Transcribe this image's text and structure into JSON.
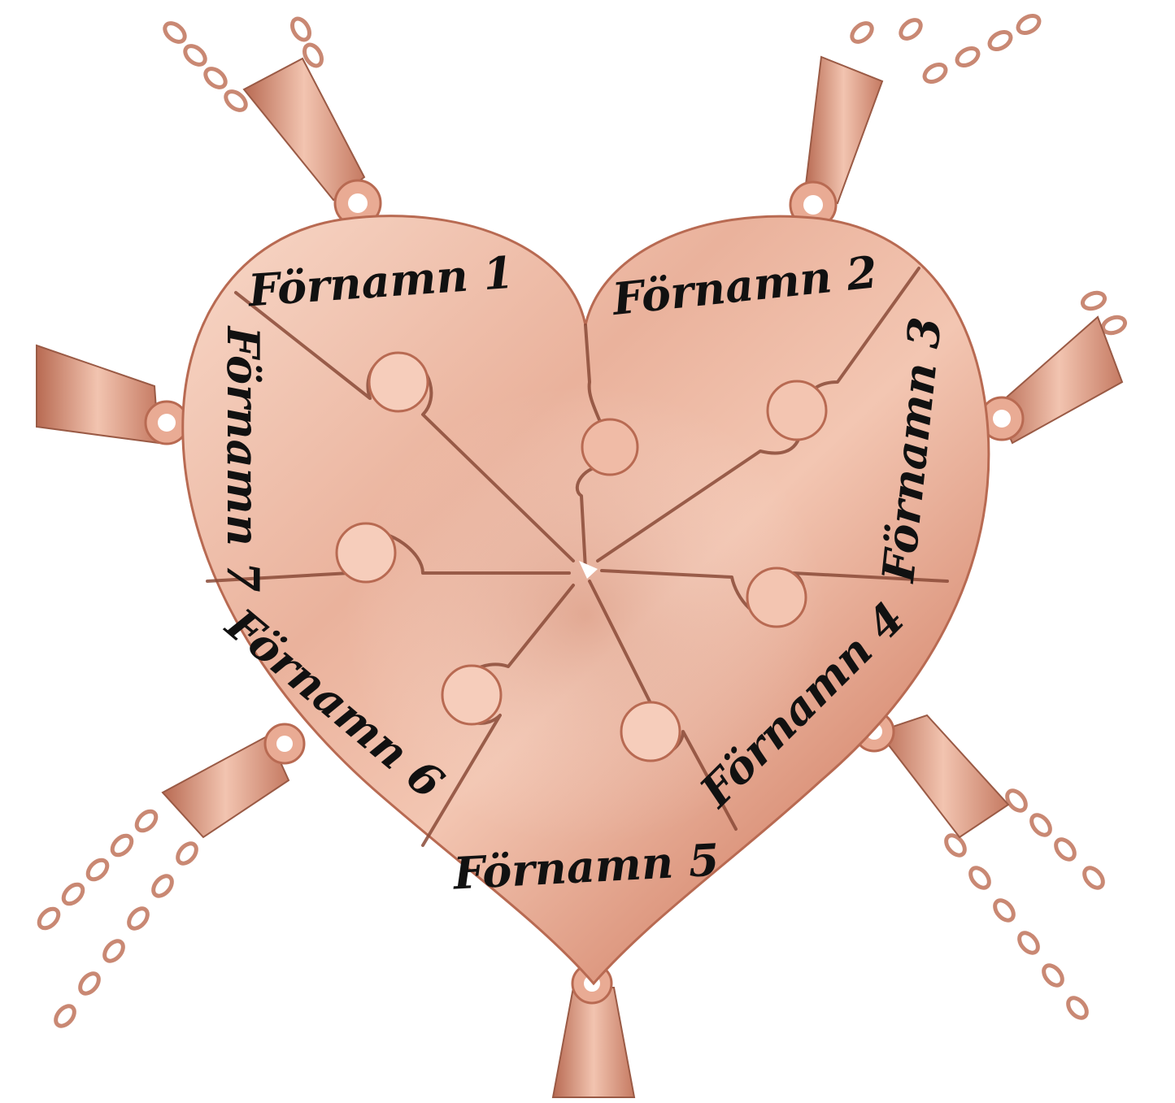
{
  "pieces": [
    {
      "label": "Förnamn 1"
    },
    {
      "label": "Förnamn 2"
    },
    {
      "label": "Förnamn 3"
    },
    {
      "label": "Förnamn 4"
    },
    {
      "label": "Förnamn 5"
    },
    {
      "label": "Förnamn 6"
    },
    {
      "label": "Förnamn 7"
    }
  ],
  "colors": {
    "metal_light": "#f6cdbb",
    "metal_mid": "#e7a48c",
    "metal_dark": "#b86a52",
    "engraving": "#111111",
    "background": "#ffffff"
  }
}
